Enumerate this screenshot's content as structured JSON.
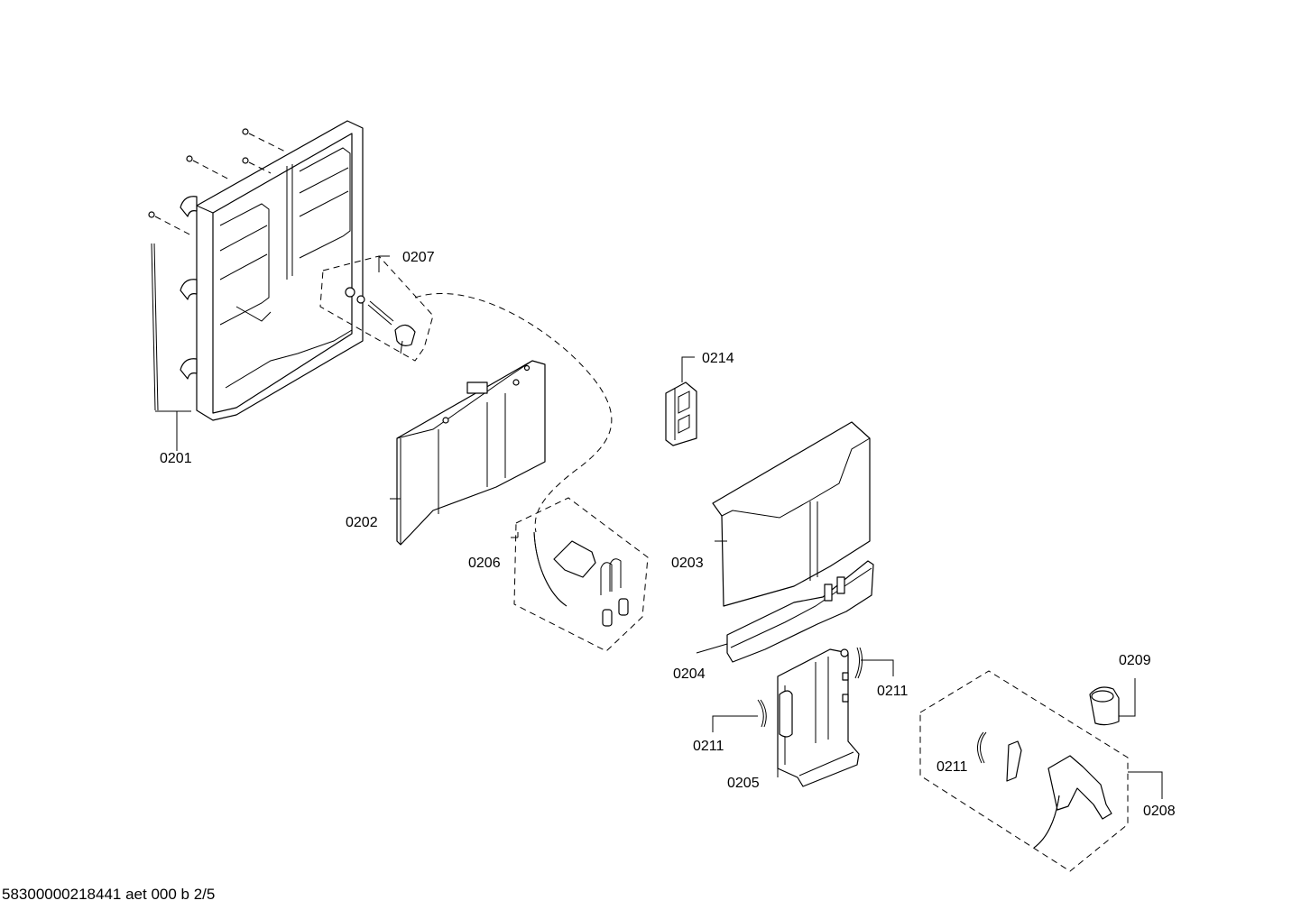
{
  "labels": {
    "p0201": "0201",
    "p0202": "0202",
    "p0203": "0203",
    "p0204": "0204",
    "p0205": "0205",
    "p0206": "0206",
    "p0207": "0207",
    "p0208": "0208",
    "p0209": "0209",
    "p0211a": "0211",
    "p0211b": "0211",
    "p0211c": "0211",
    "p0214": "0214"
  },
  "footer": "58300000218441 aet 000 b 2/5"
}
